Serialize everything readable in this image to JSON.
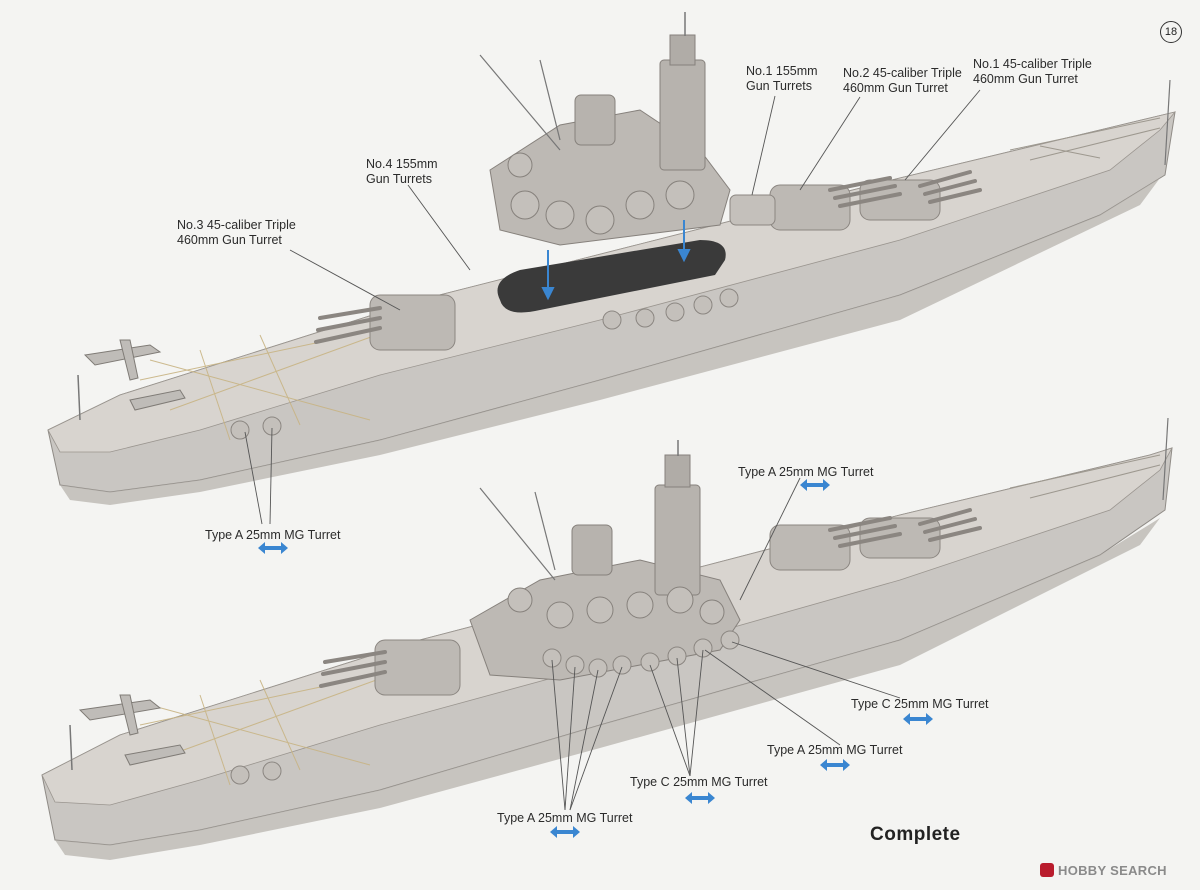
{
  "page": {
    "number": "18",
    "complete_label": "Complete",
    "watermark": "HOBBY SEARCH"
  },
  "colors": {
    "hull": "#c9c6c2",
    "deck": "#d8d4cf",
    "deck_shadow": "#b3afaa",
    "wood_lines": "#c8b484",
    "superstructure": "#bdb9b4",
    "dark_opening": "#3a3a3a",
    "arrow_blue": "#3a86d1",
    "leader_line": "#555555"
  },
  "labels": {
    "no1_155": "No.1 155mm Gun Turrets",
    "no2_460": "No.2 45-caliber Triple 460mm Gun Turret",
    "no1_460": "No.1 45-caliber Triple 460mm Gun Turret",
    "no4_155": "No.4 155mm Gun Turrets",
    "no3_460": "No.3 45-caliber Triple 460mm Gun Turret",
    "type_a_top": "Type A 25mm MG Turret",
    "type_a_right_top": "Type A 25mm MG Turret",
    "type_c_right": "Type C 25mm MG Turret",
    "type_a_right_mid": "Type A 25mm MG Turret",
    "type_c_bottom": "Type C 25mm MG Turret",
    "type_a_bottom": "Type A 25mm MG Turret"
  },
  "label_lines": {
    "no1_155": [
      "No.1 155mm",
      "Gun Turrets"
    ],
    "no2_460": [
      "No.2 45-caliber Triple",
      "460mm Gun Turret"
    ],
    "no1_460": [
      "No.1 45-caliber Triple",
      "460mm Gun Turret"
    ],
    "no4_155": [
      "No.4 155mm",
      "Gun Turrets"
    ],
    "no3_460": [
      "No.3 45-caliber Triple",
      "460mm Gun Turret"
    ]
  },
  "icons": {
    "double_arrow": "double-arrow-icon",
    "down_arrow": "down-arrow-icon",
    "brand": "hobby-search-logo-icon"
  }
}
